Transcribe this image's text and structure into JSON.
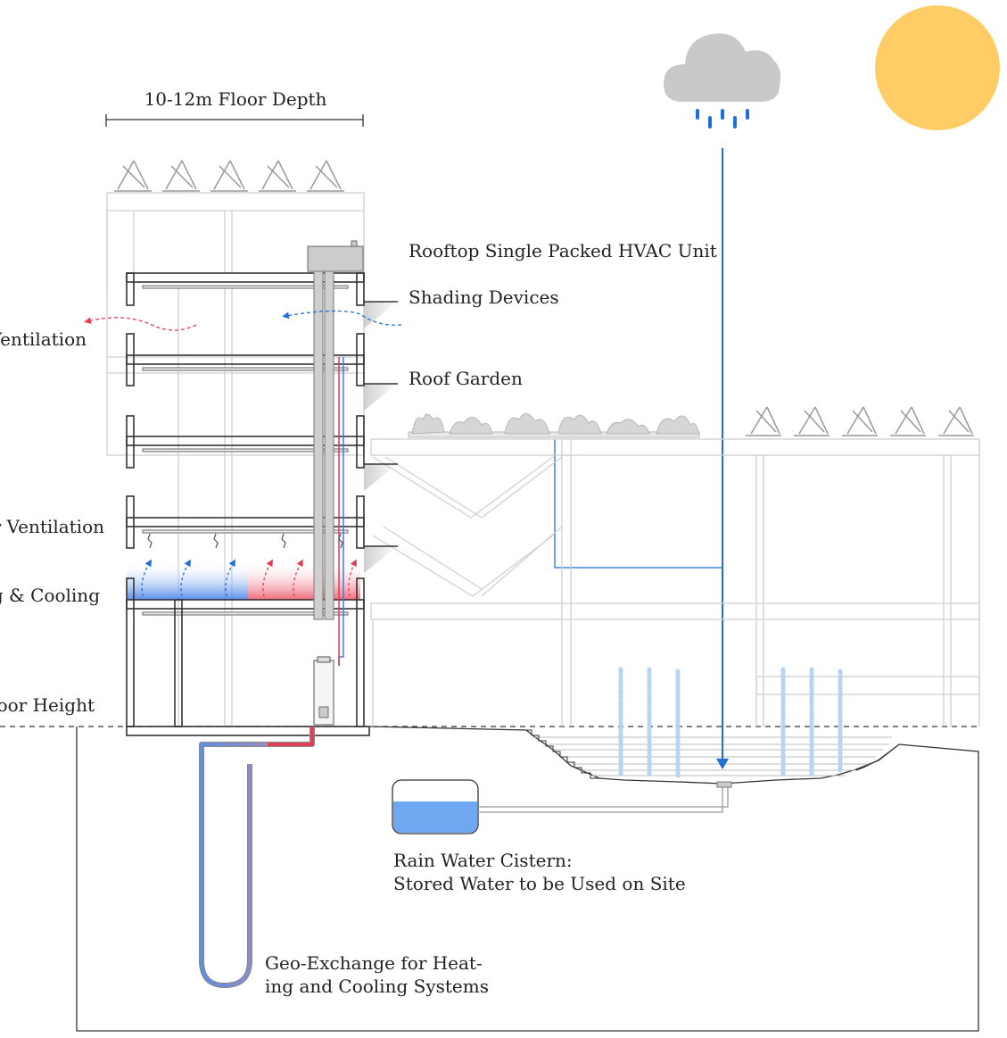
{
  "labels": {
    "floor_depth": "10-12m Floor Depth",
    "hvac": "Rooftop Single Packed HVAC Unit",
    "shading": "Shading Devices",
    "roof_garden": "Roof Garden",
    "ventilation_cut_1": "Ventilation",
    "ventilation_cut_2": "r Ventilation",
    "heating_cooling_cut": "g & Cooling",
    "floor_height_cut": "oor Height",
    "cistern_line1": "Rain Water Cistern:",
    "cistern_line2": "Stored Water to be Used on Site",
    "geo_line1": "Geo-Exchange for Heat-",
    "geo_line2": "ing and Cooling Systems"
  },
  "colors": {
    "structure": "#d3d3d3",
    "dark_line": "#333333",
    "cloud": "#c9c9c9",
    "sun": "#ffcc66",
    "rain": "#1f6fd6",
    "cold": "#3b78e7",
    "hot": "#e8394f",
    "water": "#6fa7f0",
    "plant": "#d9d9d9",
    "fountain": "#b9d4f2"
  }
}
